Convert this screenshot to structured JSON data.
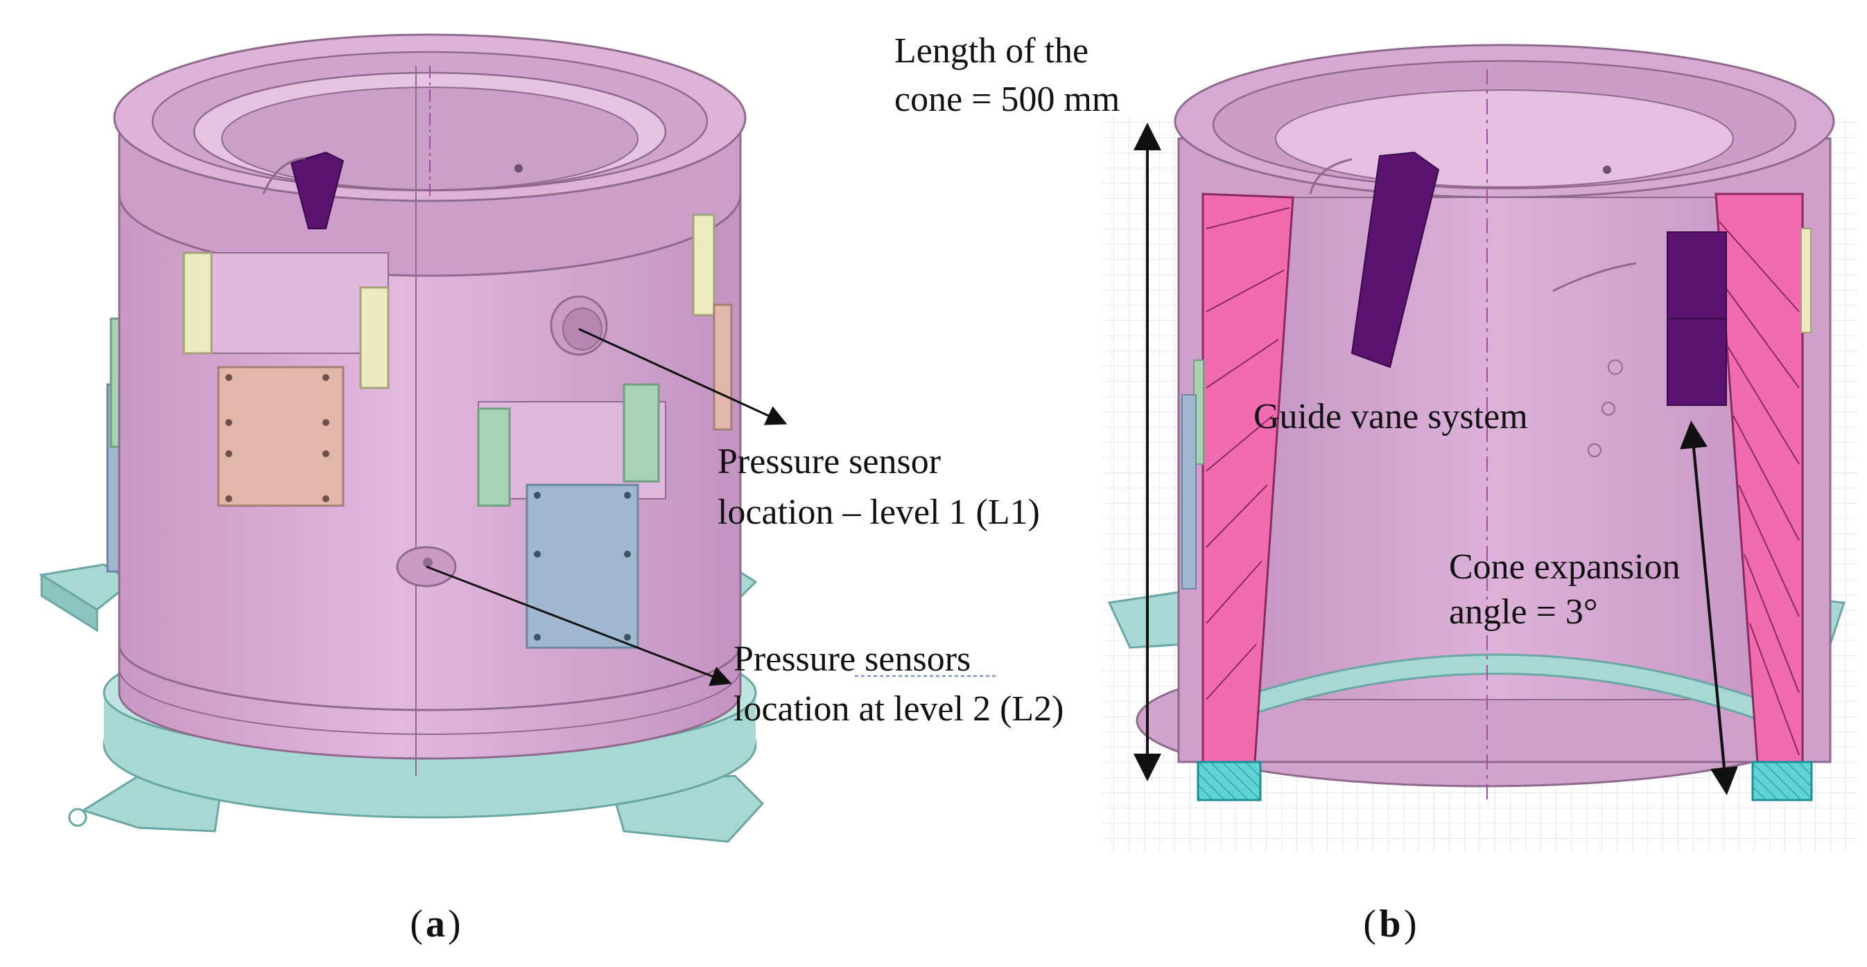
{
  "panel_a": {
    "caption_letter": "a",
    "annotations": {
      "level1_line1": "Pressure sensor",
      "level1_line2": "location – level 1 (L1)",
      "level2_line1": "Pressure sensors",
      "level2_line2": "location at level 2 (L2)"
    }
  },
  "panel_b": {
    "caption_letter": "b",
    "annotations": {
      "length_line1": "Length of the",
      "length_line2": "cone = 500 mm",
      "guide_vane": "Guide vane system",
      "angle_line1": "Cone expansion",
      "angle_line2": "angle = 3°"
    }
  },
  "colors": {
    "cylinder_body": "#d7a9d4",
    "cylinder_shade": "#b98ab7",
    "base_plate": "#a8d8d4",
    "section_cut": "#f06bb0",
    "guide_vane": "#5a1470",
    "panel_green": "#a9d1b4",
    "panel_blue": "#9fb8cf",
    "panel_peach": "#e2b6a8",
    "panel_cream": "#ecebc0",
    "grid": "#cfd3e6"
  }
}
